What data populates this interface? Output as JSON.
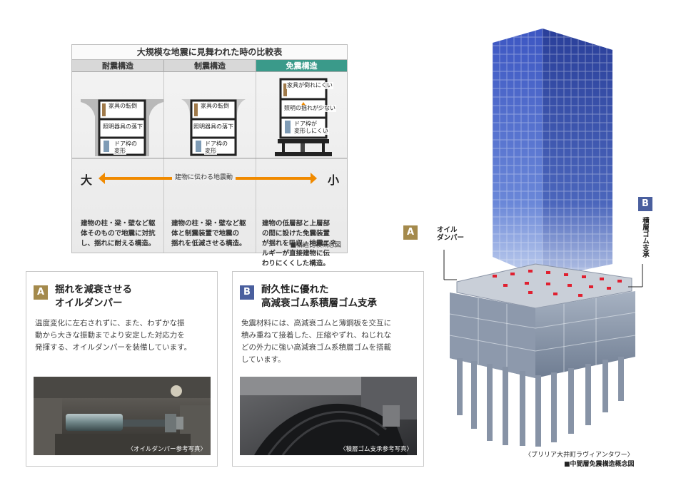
{
  "comparison": {
    "title": "大規模な地震に見舞われた時の比較表",
    "headers": [
      "耐震構造",
      "制震構造",
      "免震構造"
    ],
    "col1_tags": [
      "家具の転倒",
      "照明器具の落下",
      "ドア枠の",
      "変形"
    ],
    "col2_tags": [
      "家具の転倒",
      "照明器具の落下",
      "ドア枠の",
      "変形"
    ],
    "col3_tags": [
      "家具が倒れにくい",
      "照明の揺れが少ない",
      "ドア枠が",
      "変形しにくい"
    ],
    "big_label": "大",
    "small_label": "小",
    "arrow_label": "建物に伝わる地震動",
    "desc1": [
      "建物の柱・梁・壁など躯",
      "体そのもので地震に対抗",
      "し、揺れに耐える構造。"
    ],
    "desc2": [
      "建物の柱・梁・壁など躯",
      "体と制震装置で地震の",
      "揺れを低減させる構造。"
    ],
    "desc3": [
      "建物の低層部と上層部",
      "の間に設けた免震装置",
      "が揺れを吸収。地震エネ",
      "ルギーが直接建物に伝",
      "わりにくくした構造。"
    ],
    "footnote": "■構造比較概念図"
  },
  "cardA": {
    "badge": "A",
    "title": [
      "揺れを減衰させる",
      "オイルダンパー"
    ],
    "desc": [
      "温度変化に左右されずに、また、わずかな振",
      "動から大きな振動までより安定した対応力を",
      "発揮する、オイルダンパーを装備しています。"
    ],
    "caption": "〈オイルダンパー参考写真〉"
  },
  "cardB": {
    "badge": "B",
    "title": [
      "耐久性に優れた",
      "高減衰ゴム系積層ゴム支承"
    ],
    "desc": [
      "免震材料には、高減衰ゴムと薄鋼板を交互に",
      "積み重ねて接着した、圧縮やずれ、ねじれな",
      "どの外力に強い高減衰ゴム系積層ゴムを搭載",
      "しています。"
    ],
    "caption": "〈積層ゴム支承参考写真〉"
  },
  "tower": {
    "label_a": "A",
    "label_a_text": [
      "オイル",
      "ダンパー"
    ],
    "label_b": "B",
    "label_b_text": "積層ゴム支承",
    "caption": "〈ブリリア大井町ラヴィアンタワー〉",
    "caption2": "■中間層免震構造概念図"
  },
  "colors": {
    "badge": "#a48a4c",
    "badgeB": "#4a5f9e",
    "accent": "#f08a00",
    "iso_header": "#3a9a8a"
  }
}
